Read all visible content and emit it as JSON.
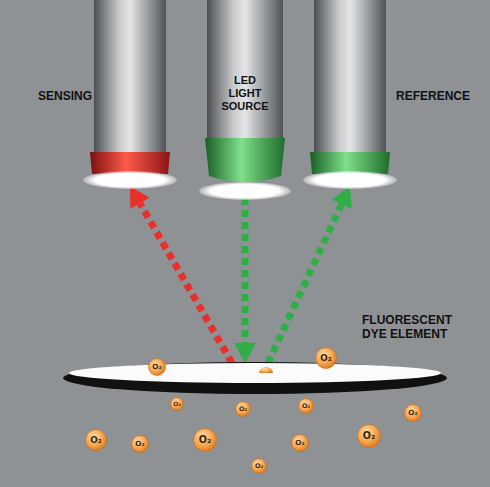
{
  "diagram": {
    "nodes": [
      {
        "text": [
          "SENSING"
        ]
      },
      {
        "text": [
          "LED LIGHT SOURCE"
        ]
      },
      {
        "text": [
          "REFERENCE"
        ]
      },
      {
        "text": [
          "FLUORESCENT DYE ELEMENT"
        ]
      },
      {
        "text": [
          "O₂"
        ]
      },
      {
        "text": [
          "O₂"
        ]
      },
      {
        "text": [
          "O₂"
        ]
      },
      {
        "text": [
          "O₂"
        ]
      },
      {
        "text": [
          "O₂"
        ]
      },
      {
        "text": [
          "O₂"
        ]
      },
      {
        "text": [
          "O₂"
        ]
      },
      {
        "text": [
          "O₂"
        ]
      },
      {
        "text": [
          "O₂"
        ]
      },
      {
        "text": [
          "O₂"
        ]
      },
      {
        "text": [
          "O₂"
        ]
      },
      {
        "text": [
          "O₂"
        ]
      }
    ],
    "edges": [
      {
        "from": 1,
        "to": 3,
        "arrow": "to"
      },
      {
        "from": 3,
        "to": 0,
        "arrow": "to"
      },
      {
        "from": 3,
        "to": 2,
        "arrow": "to"
      }
    ]
  }
}
